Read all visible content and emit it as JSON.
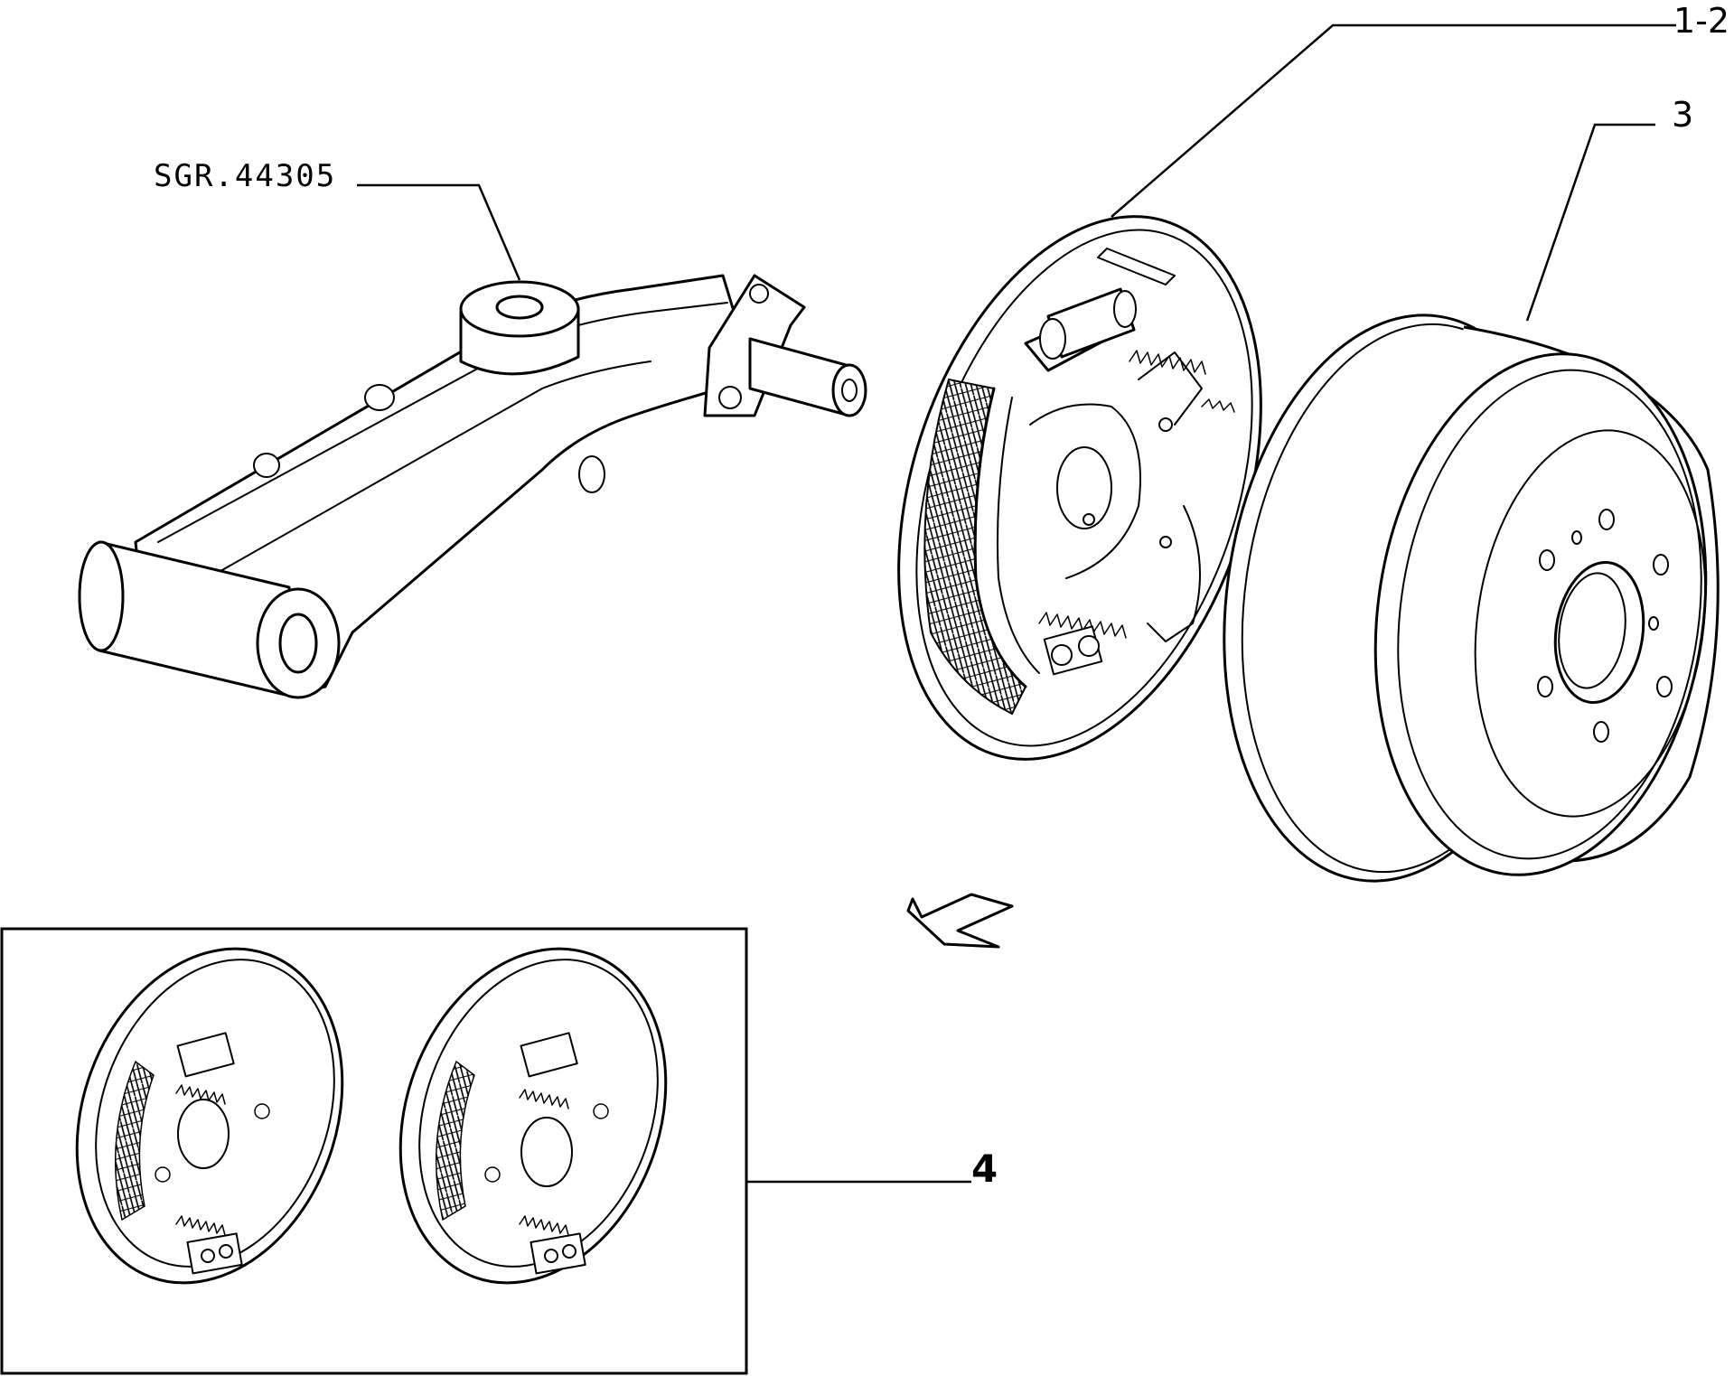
{
  "callouts": {
    "arm_ref": "SGR.44305",
    "brake_assembly": "1-2",
    "drum": "3",
    "kit": "4"
  }
}
